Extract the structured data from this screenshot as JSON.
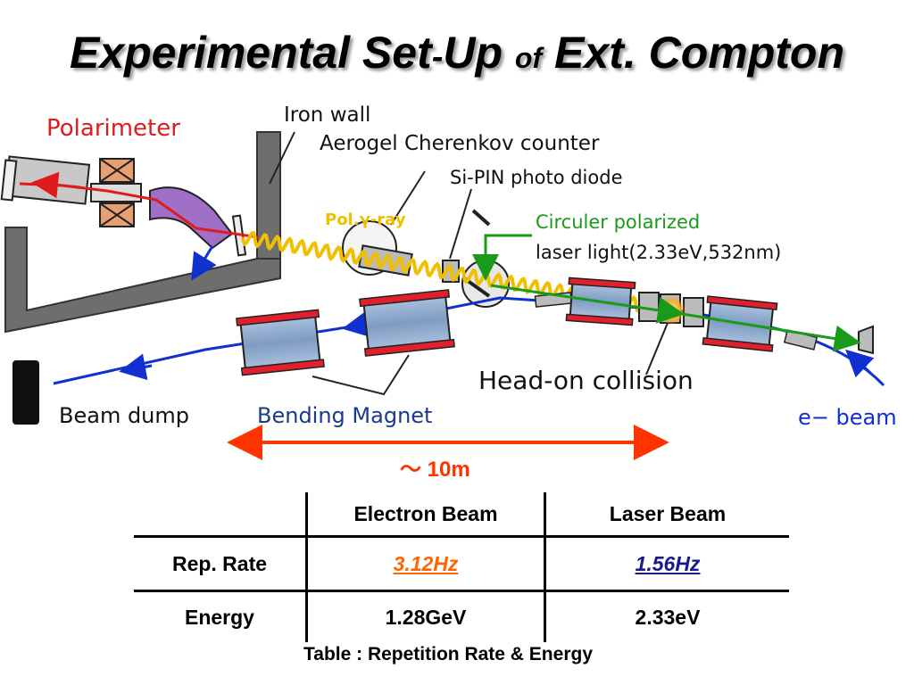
{
  "title": {
    "part1": "Experimental Set",
    "part2": "-",
    "part3": "Up",
    "part4": "of",
    "part5": "Ext. Compton"
  },
  "diagram": {
    "labels": {
      "polarimeter": "Polarimeter",
      "iron_wall": "Iron wall",
      "aerogel": "Aerogel Cherenkov counter",
      "si_pin": "Si-PIN photo diode",
      "pol_gamma": "Pol.γ-ray",
      "laser_line1": "Circuler polarized",
      "laser_line2": "laser light(2.33eV,532nm)",
      "head_on": "Head-on collision",
      "beam_dump": "Beam dump",
      "bending_magnet": "Bending Magnet",
      "e_beam": "e− beam",
      "distance": "～ 10m"
    },
    "colors": {
      "polarimeter": "#e01b1b",
      "laser": "#1a9a1a",
      "beam": "#1030d0",
      "gamma": "#f0c000",
      "pol_gamma_text": "#f0c000",
      "magnet_body": "#8aa4c8",
      "magnet_pole": "#e0202a",
      "wall": "#6e6e6e",
      "distance_arrow": "#ff3300"
    }
  },
  "table": {
    "headers": [
      "",
      "Electron Beam",
      "Laser Beam"
    ],
    "rows": [
      {
        "label": "Rep. Rate",
        "electron": "3.12Hz",
        "laser": "1.56Hz"
      },
      {
        "label": "Energy",
        "electron": "1.28GeV",
        "laser": "2.33eV"
      }
    ],
    "caption": "Table : Repetition Rate & Energy"
  }
}
